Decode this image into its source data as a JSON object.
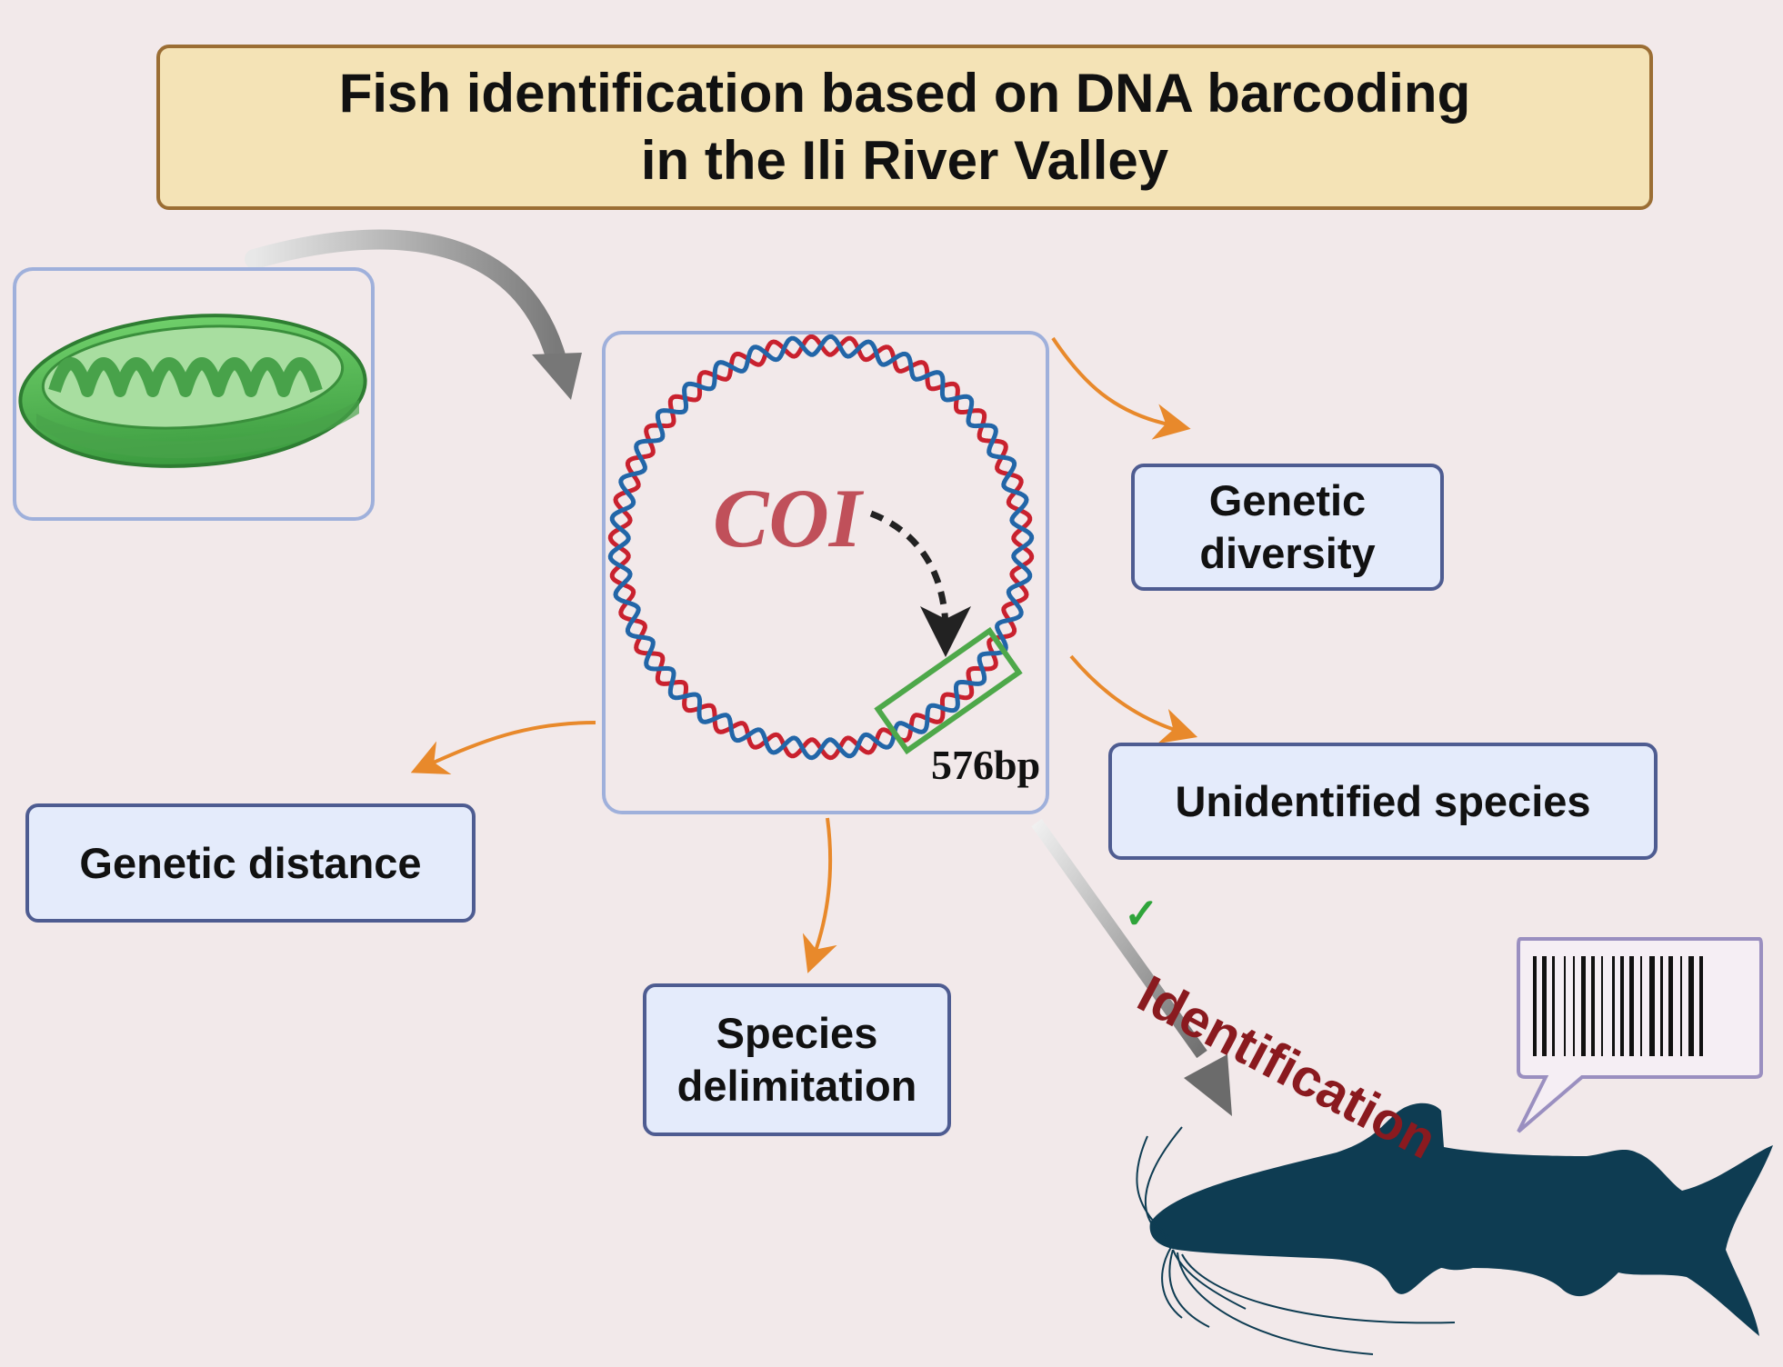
{
  "title": {
    "line1": "Fish identification based on DNA barcoding",
    "line2": "in the Ili River Valley"
  },
  "gene_label": "COI",
  "fragment_length": "576bp",
  "outputs": {
    "genetic_diversity": "Genetic diversity",
    "unidentified_species": "Unidentified species",
    "genetic_distance": "Genetic distance",
    "species_delimitation": "Species delimitation"
  },
  "identification_label": "Identification",
  "icons": {
    "organelle": "mitochondrion-icon",
    "dna": "circular-mtdna-icon",
    "barcode": "barcode-icon",
    "fish": "catfish-silhouette-icon",
    "check": "checkmark-icon"
  },
  "colors": {
    "strand_red": "#c9212e",
    "strand_blue": "#2266a8",
    "arrow_orange": "#e8892b",
    "fish_dark": "#0e3c52",
    "highlight_green": "#4ea84a"
  }
}
